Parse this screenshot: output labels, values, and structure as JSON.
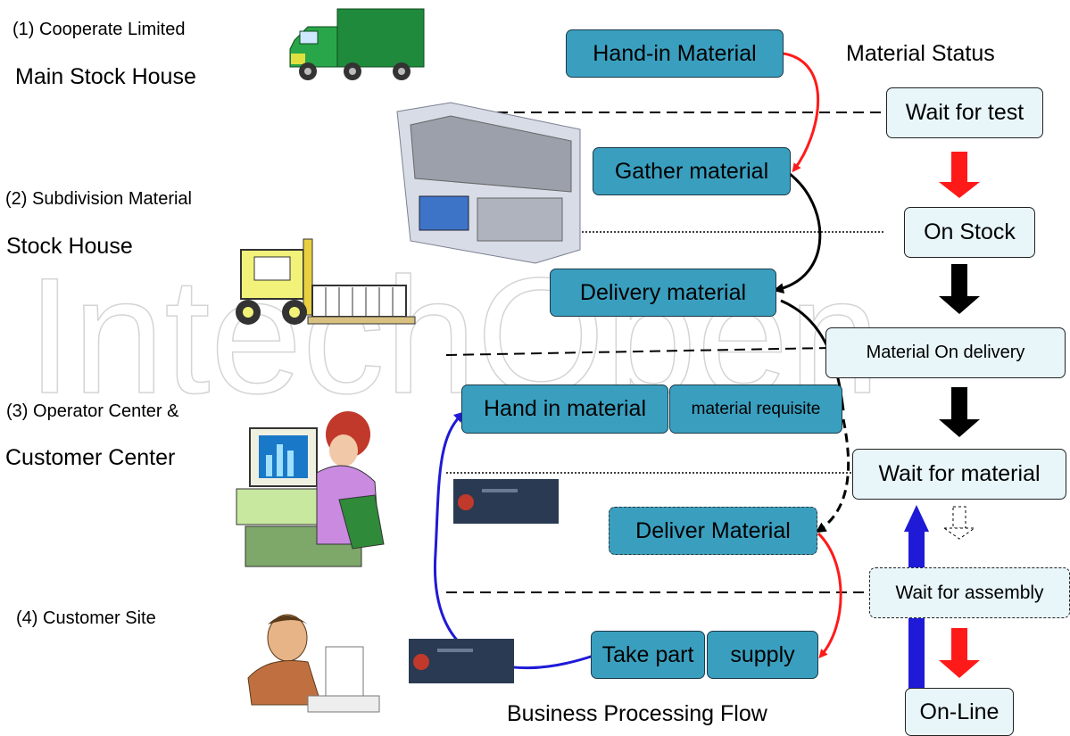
{
  "levels": [
    {
      "num": "(1)",
      "line1": "Cooperate Limited",
      "line2": "Main Stock House"
    },
    {
      "num": "(2)",
      "line1": "Subdivision Material",
      "line2": "Stock House"
    },
    {
      "num": "(3)",
      "line1": "Operator Center &",
      "line2": "Customer Center"
    },
    {
      "num": "(4)",
      "line1": "Customer Site",
      "line2": ""
    }
  ],
  "icons": [
    "truck-icon",
    "stock-cabinet-icon",
    "forklift-icon",
    "operator-computer-icon",
    "customer-person-icon",
    "screen-thumbnail-icon"
  ],
  "watermark": "IntechOpen",
  "flow": {
    "hand_in_material": "Hand-in Material",
    "gather_material": "Gather material",
    "delivery_material": "Delivery material",
    "hand_in_material_2": "Hand in material",
    "material_requisite": "material requisite",
    "deliver_material": "Deliver Material",
    "take_part": "Take part",
    "supply": "supply",
    "caption": "Business Processing Flow"
  },
  "status": {
    "title": "Material Status",
    "wait_for_test": "Wait for test",
    "on_stock": "On Stock",
    "material_on_delivery": "Material On delivery",
    "wait_for_material": "Wait for material",
    "wait_for_assembly": "Wait for assembly",
    "on_line": "On-Line"
  },
  "colors": {
    "process_box": "#3a9fbf",
    "status_box": "#e8f6fa",
    "red_arrow": "#ff1a1a",
    "black_arrow": "#000000",
    "blue_arrow": "#1f1ad6"
  }
}
